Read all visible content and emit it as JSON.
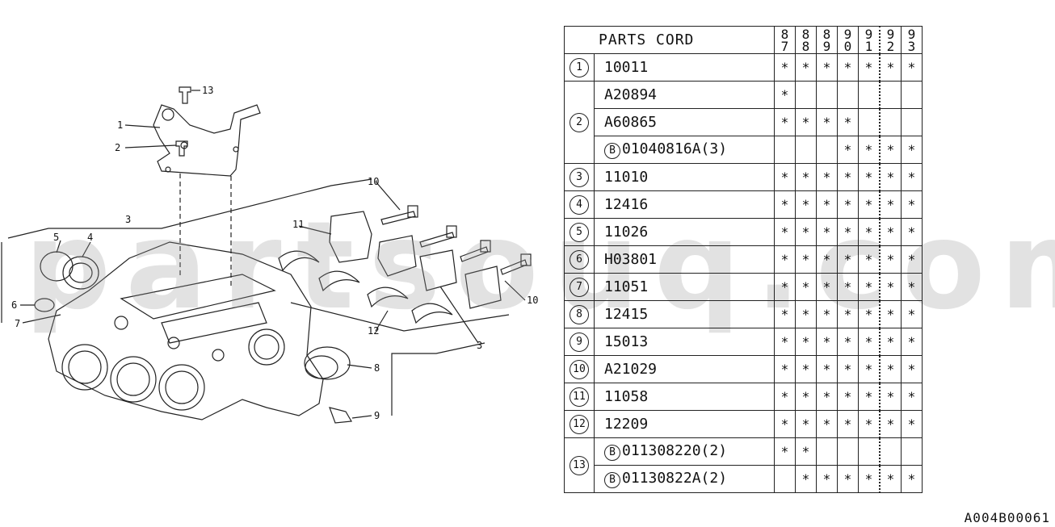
{
  "table": {
    "title": "PARTS CORD",
    "years": [
      [
        "8",
        "7"
      ],
      [
        "8",
        "8"
      ],
      [
        "8",
        "9"
      ],
      [
        "9",
        "0"
      ],
      [
        "9",
        "1"
      ],
      [
        "9",
        "2"
      ],
      [
        "9",
        "3"
      ]
    ],
    "rows": [
      {
        "ref": "1",
        "parts": [
          {
            "code": "10011",
            "marks": [
              "*",
              "*",
              "*",
              "*",
              "*",
              "*",
              "*"
            ]
          }
        ]
      },
      {
        "ref": "2",
        "parts": [
          {
            "code": "A20894",
            "marks": [
              "*",
              "",
              "",
              "",
              "",
              "",
              ""
            ]
          },
          {
            "code": "A60865",
            "marks": [
              "*",
              "*",
              "*",
              "*",
              "",
              "",
              ""
            ]
          },
          {
            "code": "01040816A(3)",
            "prefix": "B",
            "marks": [
              "",
              "",
              "",
              "*",
              "*",
              "*",
              "*"
            ]
          }
        ]
      },
      {
        "ref": "3",
        "parts": [
          {
            "code": "11010",
            "marks": [
              "*",
              "*",
              "*",
              "*",
              "*",
              "*",
              "*"
            ]
          }
        ]
      },
      {
        "ref": "4",
        "parts": [
          {
            "code": "12416",
            "marks": [
              "*",
              "*",
              "*",
              "*",
              "*",
              "*",
              "*"
            ]
          }
        ]
      },
      {
        "ref": "5",
        "parts": [
          {
            "code": "11026",
            "marks": [
              "*",
              "*",
              "*",
              "*",
              "*",
              "*",
              "*"
            ]
          }
        ]
      },
      {
        "ref": "6",
        "parts": [
          {
            "code": "H03801",
            "marks": [
              "*",
              "*",
              "*",
              "*",
              "*",
              "*",
              "*"
            ]
          }
        ]
      },
      {
        "ref": "7",
        "parts": [
          {
            "code": "11051",
            "marks": [
              "*",
              "*",
              "*",
              "*",
              "*",
              "*",
              "*"
            ]
          }
        ]
      },
      {
        "ref": "8",
        "parts": [
          {
            "code": "12415",
            "marks": [
              "*",
              "*",
              "*",
              "*",
              "*",
              "*",
              "*"
            ]
          }
        ]
      },
      {
        "ref": "9",
        "parts": [
          {
            "code": "15013",
            "marks": [
              "*",
              "*",
              "*",
              "*",
              "*",
              "*",
              "*"
            ]
          }
        ]
      },
      {
        "ref": "10",
        "parts": [
          {
            "code": "A21029",
            "marks": [
              "*",
              "*",
              "*",
              "*",
              "*",
              "*",
              "*"
            ]
          }
        ]
      },
      {
        "ref": "11",
        "parts": [
          {
            "code": "11058",
            "marks": [
              "*",
              "*",
              "*",
              "*",
              "*",
              "*",
              "*"
            ]
          }
        ]
      },
      {
        "ref": "12",
        "parts": [
          {
            "code": "12209",
            "marks": [
              "*",
              "*",
              "*",
              "*",
              "*",
              "*",
              "*"
            ]
          }
        ]
      },
      {
        "ref": "13",
        "parts": [
          {
            "code": "011308220(2)",
            "prefix": "B",
            "marks": [
              "*",
              "*",
              "",
              "",
              "",
              "",
              ""
            ]
          },
          {
            "code": "01130822A(2)",
            "prefix": "B",
            "marks": [
              "",
              "*",
              "*",
              "*",
              "*",
              "*",
              "*"
            ]
          }
        ]
      }
    ]
  },
  "diagram": {
    "callouts": [
      "1",
      "2",
      "3",
      "4",
      "5",
      "6",
      "7",
      "8",
      "9",
      "10",
      "11",
      "12",
      "13"
    ]
  },
  "watermark": "partsouq.com",
  "footer_code": "A004B00061"
}
